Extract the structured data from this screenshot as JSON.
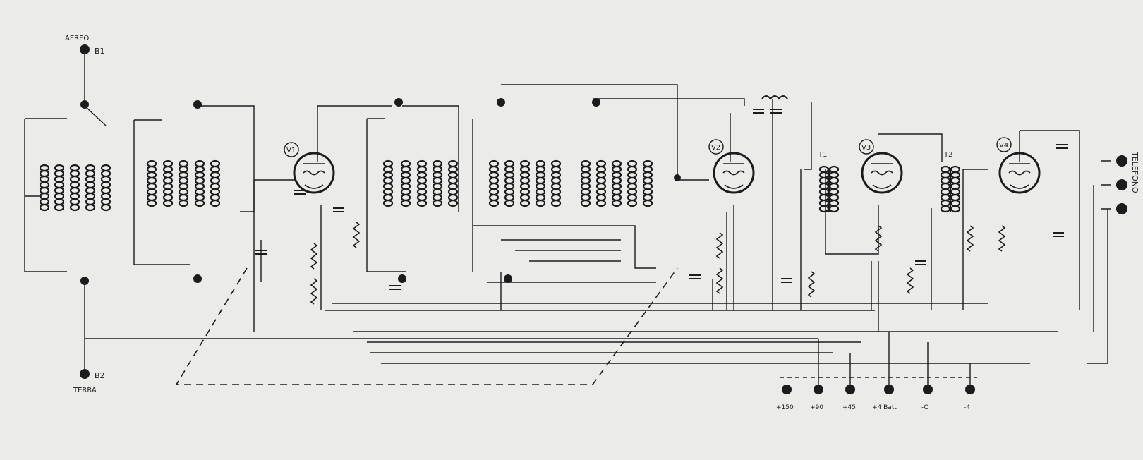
{
  "colors": {
    "paper": "#ebebea",
    "ink": "#1c1c1c"
  },
  "terminals": {
    "antenna": "AEREO",
    "antenna_ref": "B1",
    "earth": "TERRA",
    "earth_ref": "B2",
    "telephone": "TELEFONO"
  },
  "tubes": [
    "V1",
    "V2",
    "V3",
    "V4"
  ],
  "transformers": [
    "T1",
    "T2"
  ],
  "battery_labels": [
    "+150",
    "+90",
    "+45",
    "+4 Batt",
    "-C",
    "-4"
  ]
}
